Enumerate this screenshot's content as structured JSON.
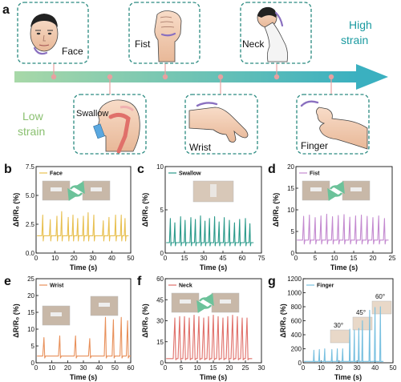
{
  "colors": {
    "face": "#e8c050",
    "swallow": "#2a9a8a",
    "fist": "#c48ad0",
    "wrist": "#e8905a",
    "neck": "#e0706a",
    "finger": "#78c0e0",
    "arrow_left": "#a8d8a8",
    "arrow_right": "#3ab0c0",
    "high_strain": "#1a9aa0",
    "low_strain": "#8ac070",
    "dash_border": "#2a8a80",
    "marker": "#e8a0a0"
  },
  "panel_a": {
    "label": "a",
    "top_items": [
      "Face",
      "Fist",
      "Neck"
    ],
    "bottom_items": [
      "Swallow",
      "Wrist",
      "Finger"
    ],
    "high_strain": [
      "High",
      "strain"
    ],
    "low_strain": [
      "Low",
      "strain"
    ]
  },
  "chart_data": [
    {
      "panel": "b",
      "type": "line",
      "series_name": "Face",
      "xlabel": "Time (s)",
      "ylabel": "ΔR/R₀ (%)",
      "xlim": [
        0,
        50
      ],
      "ylim": [
        0,
        7.5
      ],
      "xticks": [
        "0",
        "10",
        "20",
        "30",
        "40",
        "50"
      ],
      "yticks": [
        "0.0",
        "2.5",
        "5.0",
        "7.5"
      ],
      "peaks_x": [
        3.5,
        7.5,
        11,
        13.5,
        17,
        19.5,
        22,
        25,
        27.5,
        30.5,
        35.5,
        38.5,
        42,
        45,
        47
      ],
      "peaks_y": [
        3.3,
        2.9,
        3.2,
        3.6,
        3.1,
        3.3,
        3.0,
        3.2,
        3.5,
        3.3,
        2.8,
        3.1,
        3.3,
        3.3,
        3.0
      ],
      "baseline": 1.5,
      "width": 0.45,
      "images": 2,
      "cycle_arrows": true
    },
    {
      "panel": "c",
      "type": "line",
      "series_name": "Swallow",
      "xlabel": "Time (s)",
      "ylabel": "ΔR/R₀ (%)",
      "xlim": [
        0,
        75
      ],
      "ylim": [
        0,
        10
      ],
      "xticks": [
        "0",
        "15",
        "30",
        "45",
        "60",
        "75"
      ],
      "yticks": [
        "0",
        "5",
        "10"
      ],
      "peaks_x": [
        4,
        7.5,
        12,
        15.5,
        20,
        23.5,
        27.5,
        31,
        34.5,
        38.5,
        42,
        46,
        50,
        54,
        58,
        62.5,
        66
      ],
      "peaks_y": [
        4.0,
        3.5,
        4.2,
        3.8,
        4.1,
        3.9,
        4.3,
        3.7,
        4.0,
        4.2,
        3.6,
        4.1,
        3.8,
        3.5,
        3.9,
        4.0,
        3.4
      ],
      "baseline": 1.2,
      "width": 0.7,
      "images": 1,
      "cycle_arrows": false
    },
    {
      "panel": "d",
      "type": "line",
      "series_name": "Fist",
      "xlabel": "Time (s)",
      "ylabel": "ΔR/R₀ (%)",
      "xlim": [
        0,
        25
      ],
      "ylim": [
        0,
        20
      ],
      "xticks": [
        "0",
        "5",
        "10",
        "15",
        "20",
        "25"
      ],
      "yticks": [
        "0",
        "5",
        "10",
        "15",
        "20"
      ],
      "peaks_x": [
        2,
        3.5,
        5,
        6.5,
        8,
        9.5,
        11,
        12.5,
        14,
        15.5,
        17,
        18.5,
        20,
        21.5,
        23
      ],
      "peaks_y": [
        8.5,
        8.8,
        8.2,
        8.6,
        9.0,
        8.4,
        8.7,
        8.9,
        8.3,
        8.6,
        8.8,
        8.5,
        8.2,
        8.6,
        8.0
      ],
      "baseline": 3.0,
      "width": 0.28,
      "images": 2,
      "cycle_arrows": true
    },
    {
      "panel": "e",
      "type": "line",
      "series_name": "Wrist",
      "xlabel": "Time (s)",
      "ylabel": "ΔR/R₀ (%)",
      "xlim": [
        0,
        60
      ],
      "ylim": [
        0,
        25
      ],
      "xticks": [
        "0",
        "10",
        "20",
        "30",
        "40",
        "50",
        "60"
      ],
      "yticks": [
        "0",
        "5",
        "10",
        "15",
        "20",
        "25"
      ],
      "peaks_x": [
        5,
        15,
        25,
        34,
        44,
        49,
        54,
        58
      ],
      "peaks_y": [
        7.5,
        8.0,
        8.0,
        7.2,
        13.5,
        12.8,
        13.5,
        12.5
      ],
      "baseline": 2.0,
      "width": 0.8,
      "images": 2,
      "cycle_arrows": false
    },
    {
      "panel": "f",
      "type": "line",
      "series_name": "Neck",
      "xlabel": "Time (s)",
      "ylabel": "ΔR/R₀ (%)",
      "xlim": [
        0,
        30
      ],
      "ylim": [
        0,
        60
      ],
      "xticks": [
        "0",
        "5",
        "10",
        "15",
        "20",
        "25",
        "30"
      ],
      "yticks": [
        "0",
        "15",
        "30",
        "45",
        "60"
      ],
      "peaks_x": [
        3,
        4.5,
        6,
        7.5,
        9,
        10.5,
        12,
        13.5,
        15,
        16.5,
        18,
        19.5,
        21,
        22.5,
        24,
        25.5
      ],
      "peaks_y": [
        32,
        33,
        33,
        32,
        34,
        33,
        32,
        33,
        34,
        33,
        32,
        33,
        34,
        33,
        32,
        32
      ],
      "baseline": 3.0,
      "width": 0.5,
      "images": 2,
      "cycle_arrows": true
    },
    {
      "panel": "g",
      "type": "line",
      "series_name": "Finger",
      "xlabel": "Time (s)",
      "ylabel": "ΔR/R₀ (%)",
      "xlim": [
        0,
        50
      ],
      "ylim": [
        0,
        1200
      ],
      "xticks": [
        "0",
        "10",
        "20",
        "30",
        "40",
        "50"
      ],
      "yticks": [
        "0",
        "200",
        "400",
        "600",
        "800",
        "1000",
        "1200"
      ],
      "peaks_x": [
        6,
        9,
        12,
        16,
        19,
        22,
        26,
        28.5,
        31,
        33,
        37,
        40,
        43
      ],
      "peaks_y": [
        180,
        190,
        200,
        190,
        200,
        200,
        480,
        470,
        490,
        600,
        750,
        790,
        800
      ],
      "baseline": 20,
      "width": 0.35,
      "images": 3,
      "cycle_arrows": false,
      "angle_labels": [
        "30°",
        "45°",
        "60°"
      ]
    }
  ]
}
